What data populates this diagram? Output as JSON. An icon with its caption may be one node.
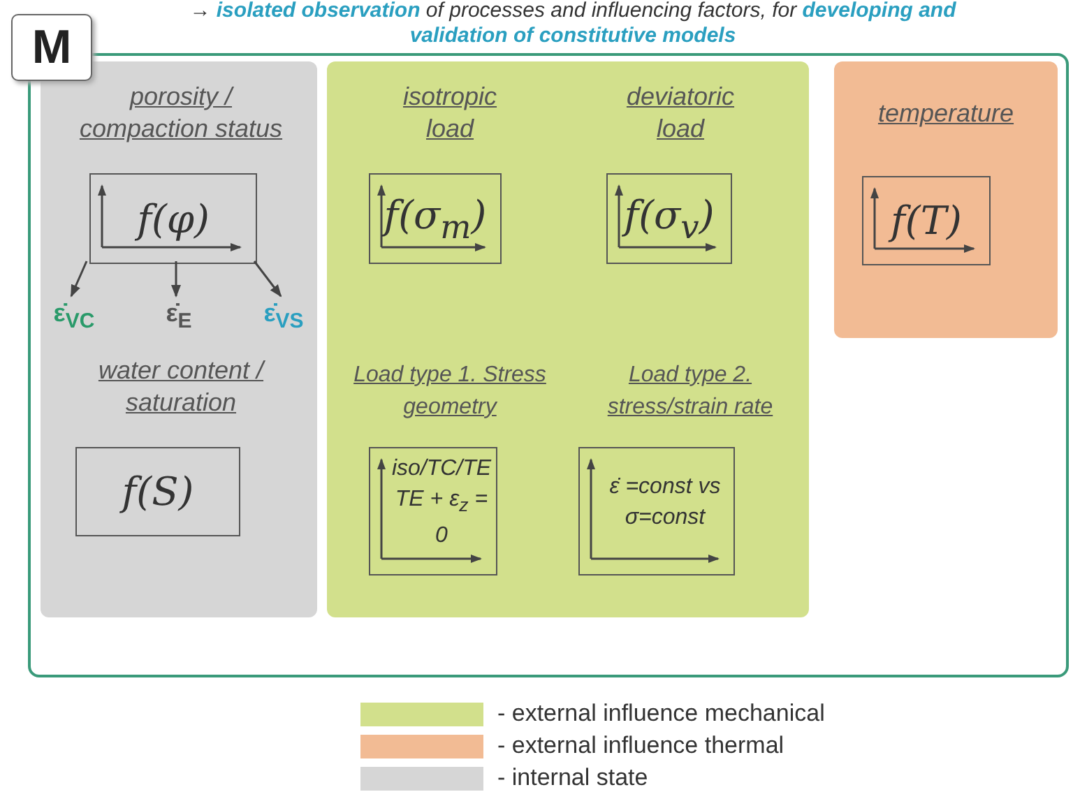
{
  "diagram": {
    "title": "→ **isolated observation** of processes and influencing factors, for **developing and validation of constitutive models**",
    "nodes": [
      {
        "text": [
          "M"
        ]
      },
      {
        "text": [],
        "shape": "box",
        "in": 0
      },
      {
        "text": [
          "porosity / compaction status",
          "f(φ)"
        ],
        "in": 1
      },
      {
        "text": [
          "ε̇$_{VC}$"
        ],
        "in": 1
      },
      {
        "text": [
          "ε̇$_{E}$"
        ],
        "in": 1
      },
      {
        "text": [
          "ε̇$_{VS}$"
        ],
        "in": 1
      },
      {
        "text": [
          "water content / saturation",
          "f(S)"
        ],
        "in": 1
      },
      {
        "text": [],
        "shape": "box",
        "in": 0
      },
      {
        "text": [
          "isotropic load",
          "f(σ$_{m}$)"
        ],
        "in": 7
      },
      {
        "text": [
          "deviatoric load",
          "f(σ$_{v}$)"
        ],
        "in": 7
      },
      {
        "text": [
          "Load type 1. Stress geometry",
          "iso/TC/TE TE + ε$_{z}$ = 0"
        ],
        "in": 7
      },
      {
        "text": [
          "Load type 2. stress/strain rate",
          "ε̇ =const vs σ=const"
        ],
        "in": 7
      },
      {
        "text": [],
        "shape": "box",
        "in": 0
      },
      {
        "text": [
          "temperature",
          "f(T)"
        ],
        "in": 12
      }
    ],
    "edges": [
      {
        "from": 2,
        "to": 3,
        "arrow": "to"
      },
      {
        "from": 2,
        "to": 4,
        "arrow": "to"
      },
      {
        "from": 2,
        "to": 5,
        "arrow": "to"
      }
    ],
    "legend": [
      {
        "text": "- external influence mechanical",
        "color": "#d2e08c"
      },
      {
        "text": "- external influence thermal",
        "color": "#f2bb94"
      },
      {
        "text": "- internal state",
        "color": "#d6d6d6"
      }
    ]
  }
}
